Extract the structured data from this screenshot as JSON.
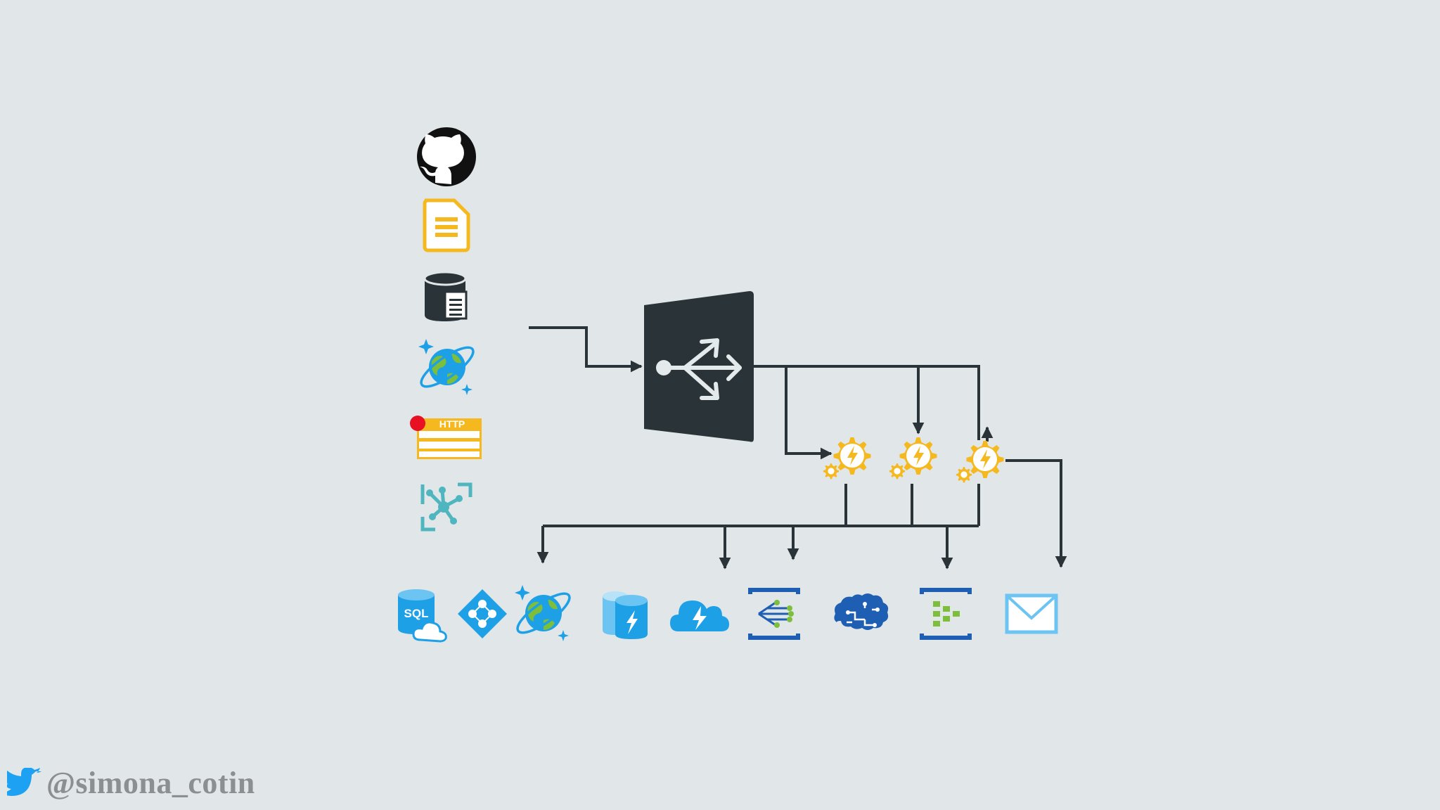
{
  "slide": {
    "background": "#e1e6e8",
    "accent_colors": {
      "connector": "#2a3438",
      "gear": "#f5b81f",
      "azure_blue": "#1ea0e6",
      "teal": "#4fb6c0"
    }
  },
  "sources": [
    {
      "icon": "github-icon"
    },
    {
      "icon": "document-icon"
    },
    {
      "icon": "blob-storage-icon"
    },
    {
      "icon": "cosmos-db-icon"
    },
    {
      "icon": "http-icon",
      "label": "HTTP"
    },
    {
      "icon": "event-grid-icon"
    }
  ],
  "router": {
    "icon": "event-grid-router-icon"
  },
  "functions": [
    {
      "icon": "function-gear-icon"
    },
    {
      "icon": "function-gear-icon"
    },
    {
      "icon": "function-gear-icon"
    }
  ],
  "destinations": [
    {
      "icon": "sql-database-icon",
      "label": "SQL"
    },
    {
      "icon": "active-directory-icon"
    },
    {
      "icon": "cosmos-db-icon"
    },
    {
      "icon": "table-storage-icon"
    },
    {
      "icon": "cloud-functions-icon"
    },
    {
      "icon": "event-hub-icon"
    },
    {
      "icon": "cognitive-services-icon"
    },
    {
      "icon": "stream-analytics-icon"
    },
    {
      "icon": "email-icon"
    }
  ],
  "footer": {
    "twitter_icon": "twitter-bird-icon",
    "handle": "@simona_cotin"
  }
}
